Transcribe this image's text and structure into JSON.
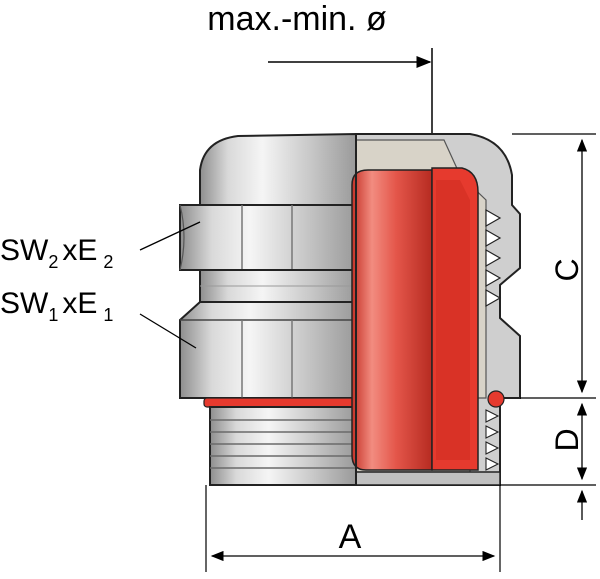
{
  "title": "max.-min. ø",
  "labels": {
    "sw2": {
      "base": "SW",
      "sub": "2",
      "mid": "xE",
      "sub2": "2"
    },
    "sw1": {
      "base": "SW",
      "sub": "1",
      "mid": "xE",
      "sub2": "1"
    }
  },
  "dimensions": {
    "a": "A",
    "c": "C",
    "d": "D"
  },
  "colors": {
    "seal_red": "#e63a2e",
    "seal_red_light": "#ef8a80",
    "metal": "#c8c8c8",
    "outline": "#000000"
  }
}
